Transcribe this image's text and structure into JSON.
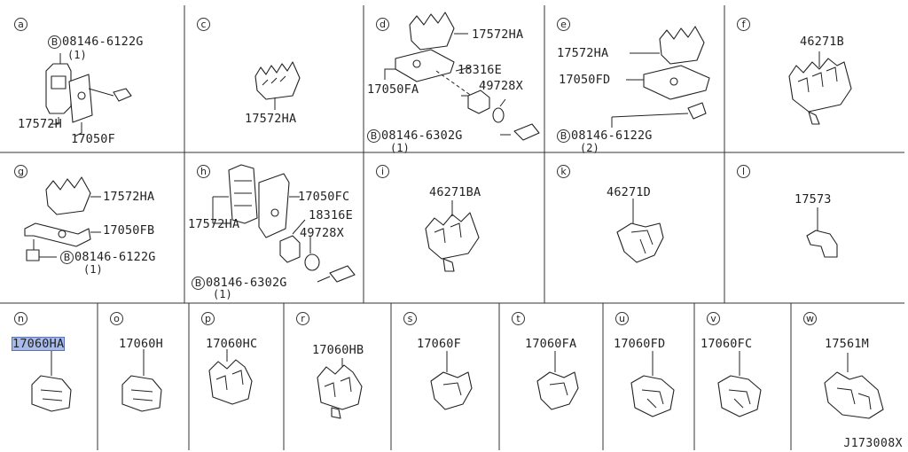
{
  "cells": [
    {
      "tag": "a",
      "labels": [
        "08146-6122G",
        "(1)",
        "17572H",
        "17050F"
      ]
    },
    {
      "tag": "c",
      "labels": [
        "17572HA"
      ]
    },
    {
      "tag": "d",
      "labels": [
        "17572HA",
        "18316E",
        "17050FA",
        "49728X",
        "08146-6302G",
        "(1)"
      ]
    },
    {
      "tag": "e",
      "labels": [
        "17572HA",
        "17050FD",
        "08146-6122G",
        "(2)"
      ]
    },
    {
      "tag": "f",
      "labels": [
        "46271B"
      ]
    },
    {
      "tag": "g",
      "labels": [
        "17572HA",
        "17050FB",
        "08146-6122G",
        "(1)"
      ]
    },
    {
      "tag": "h",
      "labels": [
        "17050FC",
        "18316E",
        "17572HA",
        "49728X",
        "08146-6302G",
        "(1)"
      ]
    },
    {
      "tag": "i",
      "labels": [
        "46271BA"
      ]
    },
    {
      "tag": "k",
      "labels": [
        "46271D"
      ]
    },
    {
      "tag": "l",
      "labels": [
        "17573"
      ]
    },
    {
      "tag": "n",
      "labels": [
        "17060HA"
      ]
    },
    {
      "tag": "o",
      "labels": [
        "17060H"
      ]
    },
    {
      "tag": "p",
      "labels": [
        "17060HC"
      ]
    },
    {
      "tag": "r",
      "labels": [
        "17060HB"
      ]
    },
    {
      "tag": "s",
      "labels": [
        "17060F"
      ]
    },
    {
      "tag": "t",
      "labels": [
        "17060FA"
      ]
    },
    {
      "tag": "u",
      "labels": [
        "17060FD"
      ]
    },
    {
      "tag": "v",
      "labels": [
        "17060FC"
      ]
    },
    {
      "tag": "w",
      "labels": [
        "17561M"
      ]
    }
  ],
  "bolt_marker": "B",
  "reference": "J173008X"
}
